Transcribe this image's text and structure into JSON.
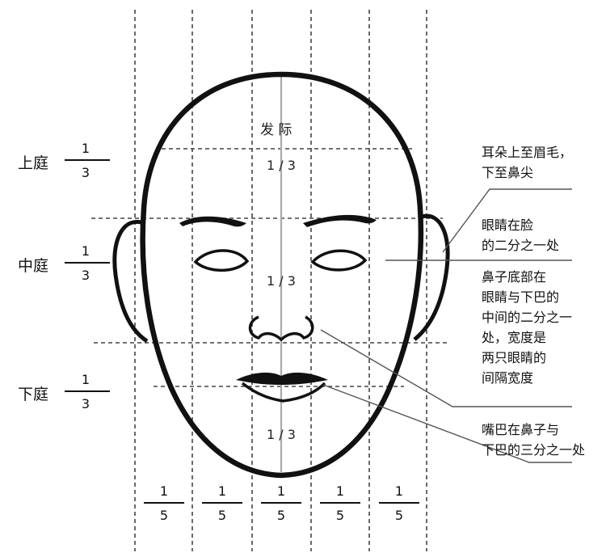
{
  "title": "发 际",
  "thirds": [
    {
      "label": "上庭",
      "num": "1",
      "den": "3",
      "mid": "1 / 3"
    },
    {
      "label": "中庭",
      "num": "1",
      "den": "3",
      "mid": "1 / 3"
    },
    {
      "label": "下庭",
      "num": "1",
      "den": "3",
      "mid": "1 / 3"
    }
  ],
  "fifths": [
    {
      "num": "1",
      "den": "5"
    },
    {
      "num": "1",
      "den": "5"
    },
    {
      "num": "1",
      "den": "5"
    },
    {
      "num": "1",
      "den": "5"
    },
    {
      "num": "1",
      "den": "5"
    }
  ],
  "notes": {
    "ear": [
      "耳朵上至眉毛，",
      "下至鼻尖"
    ],
    "eyes": [
      "眼睛在脸",
      "的二分之一处"
    ],
    "nose": [
      "鼻子底部在",
      "眼睛与下巴的",
      "中间的二分之一",
      "处，宽度是",
      "两只眼睛的",
      "间隔宽度"
    ],
    "mouth": [
      "嘴巴在鼻子与",
      "下巴的三分之一处"
    ]
  },
  "colors": {
    "ink": "#111111",
    "guide": "#555555",
    "centerline": "#aaaaaa"
  }
}
